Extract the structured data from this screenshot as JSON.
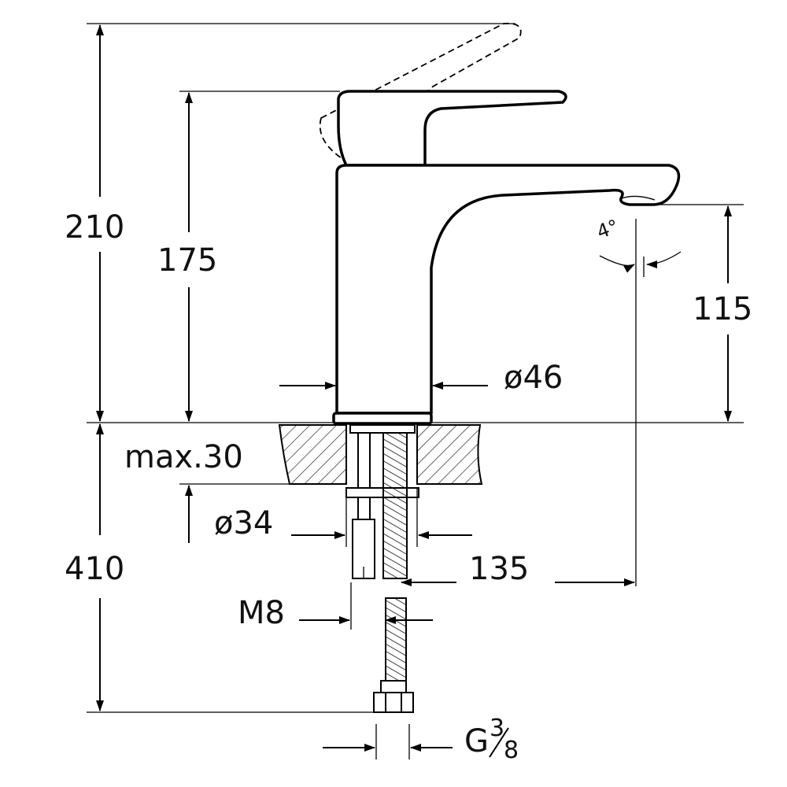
{
  "drawing": {
    "dimensions": {
      "total_height": "210",
      "handle_height": "175",
      "spout_height": "115",
      "body_diameter": "ø46",
      "max_counter_thickness": "max.30",
      "hole_diameter": "ø34",
      "hose_length": "410",
      "spout_reach": "135",
      "stud_thread": "M8",
      "connection_g": "G",
      "connection_num": "3",
      "connection_den": "8",
      "spout_angle": "4°"
    },
    "colors": {
      "line": "#000000",
      "background": "#ffffff"
    }
  }
}
